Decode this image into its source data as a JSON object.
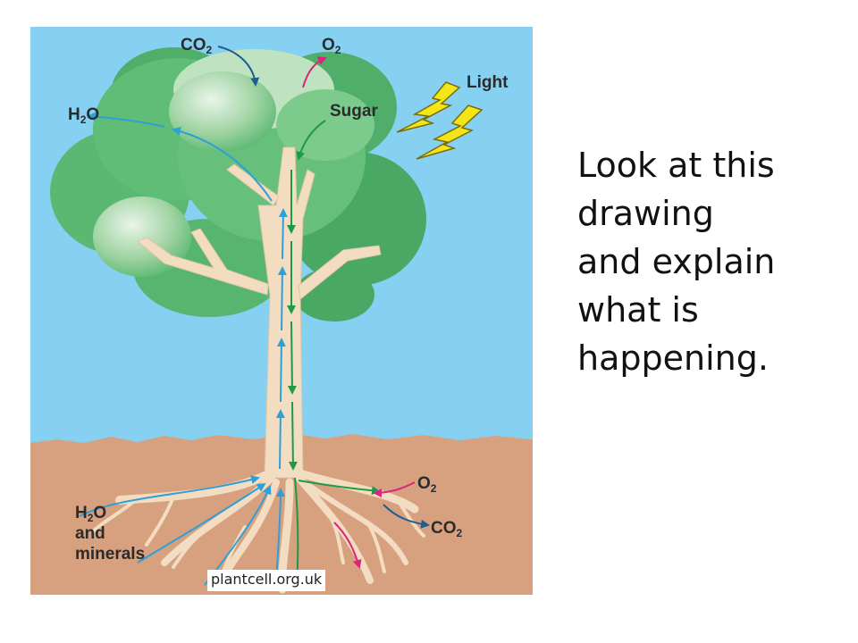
{
  "diagram": {
    "labels": {
      "co2_top": "CO",
      "co2_top_sub": "2",
      "o2_top": "O",
      "o2_top_sub": "2",
      "light": "Light",
      "h2o_left": "H",
      "h2o_left_sub": "2",
      "h2o_left_tail": "O",
      "sugar": "Sugar",
      "h2o_roots": "H",
      "h2o_roots_sub": "2",
      "h2o_roots_tail": "O",
      "and": "and",
      "minerals": "minerals",
      "o2_roots": "O",
      "o2_roots_sub": "2",
      "co2_roots": "CO",
      "co2_roots_sub": "2"
    },
    "credit": "plantcell.org.uk",
    "colors": {
      "sky": "#86d0f1",
      "soil": "#d7a17f",
      "leaves": "#5ab872",
      "trunk": "#f3ddc2",
      "water_arrow": "#2f9fd8",
      "sugar_arrow": "#1f9a44",
      "oxygen_arrow": "#d9257b",
      "co2_arrow": "#1f5f8e",
      "light_bolt": "#f3e516"
    }
  },
  "prompt": {
    "lines": [
      "Look at this",
      "drawing",
      "and explain",
      "what is",
      "happening."
    ]
  }
}
